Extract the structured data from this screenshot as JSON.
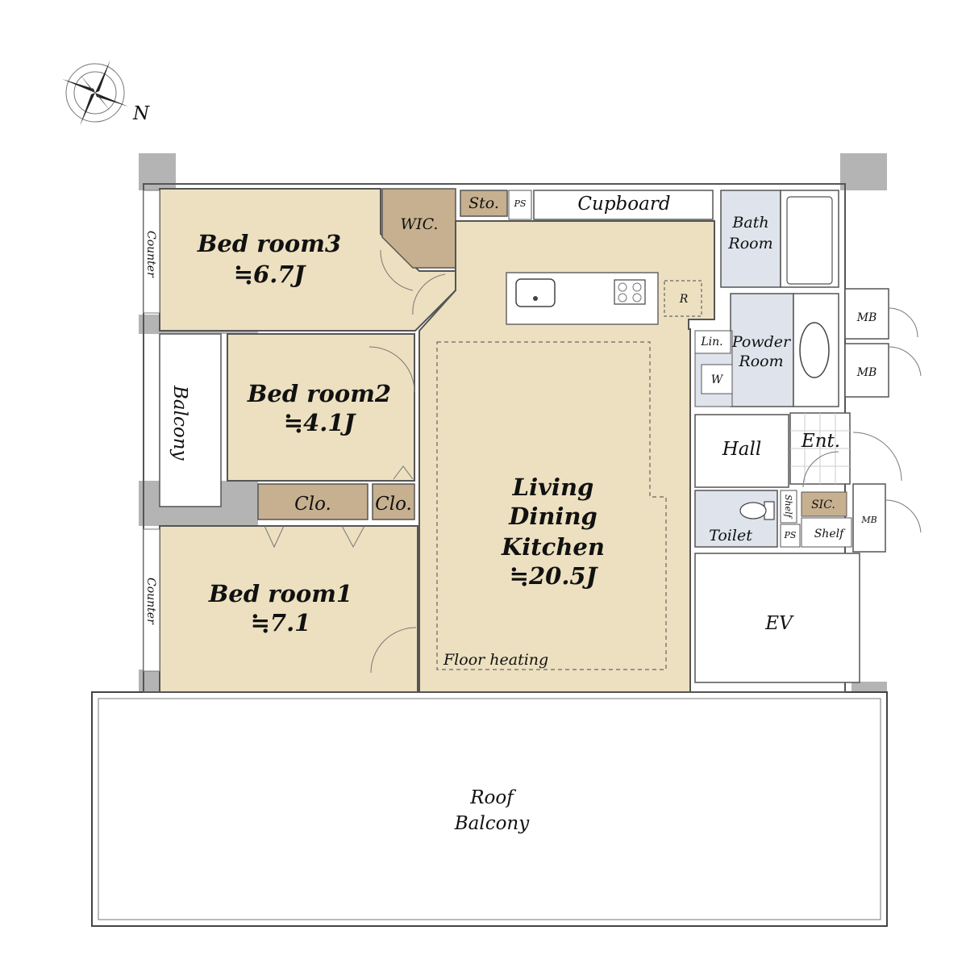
{
  "rooms": {
    "bedroom3": {
      "name": "Bed room3",
      "area": "≒6.7J"
    },
    "bedroom2": {
      "name": "Bed room2",
      "area": "≒4.1J"
    },
    "bedroom1": {
      "name": "Bed room1",
      "area": "≒7.1"
    },
    "ldk": {
      "line1": "Living",
      "line2": "Dining",
      "line3": "Kitchen",
      "area": "≒20.5J"
    },
    "wic": "WIC.",
    "sto": "Sto.",
    "ps": "PS",
    "cupboard": "Cupboard",
    "bath": {
      "line1": "Bath",
      "line2": "Room"
    },
    "powder": {
      "line1": "Powder",
      "line2": "Room"
    },
    "lin": "Lin.",
    "washer": "W",
    "fridge": "R",
    "mb": "MB",
    "hall": "Hall",
    "ent": "Ent.",
    "toilet": "Toilet",
    "sic": "SIC.",
    "shelf": "Shelf",
    "ev": "EV",
    "clo": "Clo.",
    "counter": "Counter",
    "balcony": "Balcony",
    "floor_heating": "Floor heating",
    "roof_balcony": {
      "line1": "Roof",
      "line2": "Balcony"
    }
  },
  "compass": {
    "north_label": "N"
  },
  "colors": {
    "wall": "#b4b4b4",
    "room_tan": "#ece0c0",
    "closet_brown": "#c6b08f",
    "wet_area_blue": "#dfe3ec"
  }
}
